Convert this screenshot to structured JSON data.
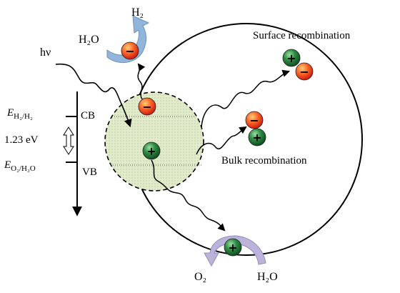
{
  "photon_label": "hν",
  "reduction": {
    "reactant": "H₂O",
    "product": "H₂"
  },
  "oxidation": {
    "reactant": "H₂O",
    "product": "O₂"
  },
  "surface_recombination_label": "Surface recombination",
  "bulk_recombination_label": "Bulk recombination",
  "energy_diagram": {
    "cb_label": "CB",
    "vb_label": "VB",
    "gap_label": "1.23 eV",
    "h2_potential": {
      "base": "E",
      "sub": "H₂/H₂"
    },
    "o2_potential": {
      "base": "E",
      "sub": "O₂/H₂O"
    }
  },
  "electron_sign": "−",
  "hole_sign": "+",
  "colors": {
    "electron": "#e8381a",
    "hole": "#1e6e32",
    "reduction_arrow": "#8fb4d8",
    "oxidation_arrow": "#b7b0d6",
    "excitation_zone": "#dfe8c6"
  }
}
